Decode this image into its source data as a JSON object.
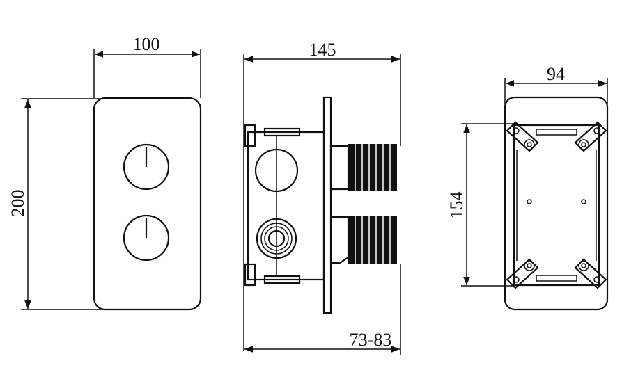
{
  "drawing": {
    "front_view": {
      "width_label": "100",
      "height_label": "200"
    },
    "side_view": {
      "depth_label": "145",
      "adjust_label": "73-83"
    },
    "rear_view": {
      "width_label": "94",
      "height_label": "154"
    }
  },
  "colors": {
    "line": "#111111",
    "background": "#ffffff"
  }
}
